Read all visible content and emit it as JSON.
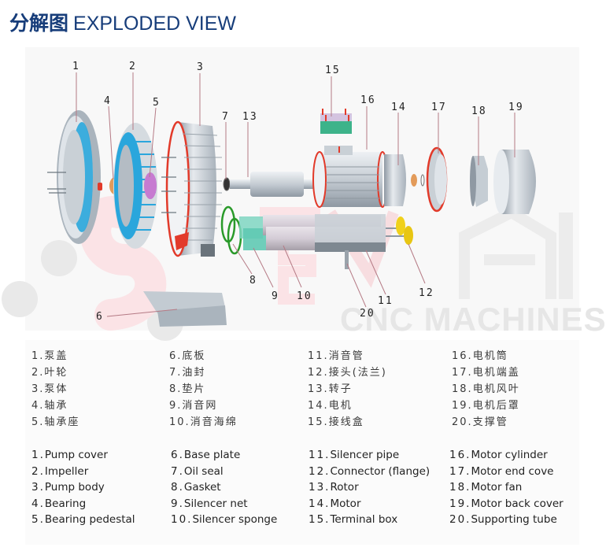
{
  "header": {
    "title_cn": "分解图",
    "title_en": "EXPLODED VIEW",
    "title_color": "#173d7a"
  },
  "watermark": {
    "brand_letters": "TENAI",
    "subtitle": "CNC MACHINES"
  },
  "diagram": {
    "subject": "Side channel blower exploded view",
    "callouts": [
      "1",
      "2",
      "3",
      "4",
      "5",
      "6",
      "7",
      "8",
      "9",
      "10",
      "11",
      "12",
      "13",
      "14",
      "15",
      "16",
      "17",
      "18",
      "19",
      "20"
    ],
    "part_colors": {
      "impeller_accent": "#2aa6dc",
      "seal_red": "#e23a2a",
      "bearing_orange": "#e39b5a",
      "bearing_pedestal_violet": "#c77bd1",
      "gasket_green": "#2a9a2a",
      "silencer_net_teal": "#5fc9b3",
      "flange_yellow": "#f0d11c",
      "terminal_box_green": "#3db38a",
      "metal_gray": "#c9d1d8"
    }
  },
  "legend": {
    "cn": [
      {
        "num": "1.",
        "label": "泵盖"
      },
      {
        "num": "2.",
        "label": "叶轮"
      },
      {
        "num": "3.",
        "label": "泵体"
      },
      {
        "num": "4.",
        "label": "轴承"
      },
      {
        "num": "5.",
        "label": "轴承座"
      },
      {
        "num": "6.",
        "label": "底板"
      },
      {
        "num": "7.",
        "label": "油封"
      },
      {
        "num": "8.",
        "label": "垫片"
      },
      {
        "num": "9.",
        "label": "消音网"
      },
      {
        "num": "10.",
        "label": "消音海绵"
      },
      {
        "num": "11.",
        "label": "消音管"
      },
      {
        "num": "12.",
        "label": "接头(法兰)"
      },
      {
        "num": "13.",
        "label": "转子"
      },
      {
        "num": "14.",
        "label": "电机"
      },
      {
        "num": "15.",
        "label": "接线盒"
      },
      {
        "num": "16.",
        "label": "电机筒"
      },
      {
        "num": "17.",
        "label": "电机端盖"
      },
      {
        "num": "18.",
        "label": "电机风叶"
      },
      {
        "num": "19.",
        "label": "电机后罩"
      },
      {
        "num": "20.",
        "label": "支撑管"
      }
    ],
    "en": [
      {
        "num": "1.",
        "label": "Pump cover"
      },
      {
        "num": "2.",
        "label": "Impeller"
      },
      {
        "num": "3.",
        "label": "Pump body"
      },
      {
        "num": "4.",
        "label": "Bearing"
      },
      {
        "num": "5.",
        "label": "Bearing pedestal"
      },
      {
        "num": "6.",
        "label": "Base plate"
      },
      {
        "num": "7.",
        "label": "Oil seal"
      },
      {
        "num": "8.",
        "label": "Gasket"
      },
      {
        "num": "9.",
        "label": "Silencer net"
      },
      {
        "num": "10.",
        "label": "Silencer sponge"
      },
      {
        "num": "11.",
        "label": "Silencer pipe"
      },
      {
        "num": "12.",
        "label": "Connector (flange)"
      },
      {
        "num": "13.",
        "label": "Rotor"
      },
      {
        "num": "14.",
        "label": "Motor"
      },
      {
        "num": "15.",
        "label": "Terminal box"
      },
      {
        "num": "16.",
        "label": "Motor cylinder"
      },
      {
        "num": "17.",
        "label": "Motor end cove"
      },
      {
        "num": "18.",
        "label": "Motor fan"
      },
      {
        "num": "19.",
        "label": "Motor back cover"
      },
      {
        "num": "20.",
        "label": "Supporting tube"
      }
    ]
  }
}
